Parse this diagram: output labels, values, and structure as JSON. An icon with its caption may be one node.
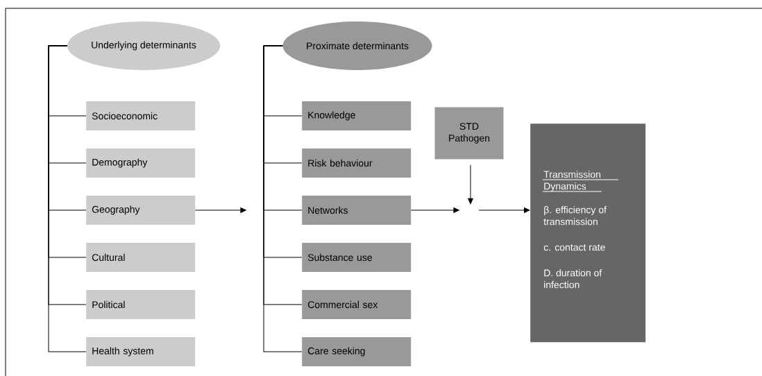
{
  "diagram": {
    "nodes": [
      {
        "text": [
          "Underlying determinants"
        ]
      },
      {
        "text": [
          "Socioeconomic"
        ]
      },
      {
        "text": [
          "Demography"
        ]
      },
      {
        "text": [
          "Geography"
        ]
      },
      {
        "text": [
          "Cultural"
        ]
      },
      {
        "text": [
          "Political"
        ]
      },
      {
        "text": [
          "Health system"
        ]
      },
      {
        "text": [
          "Proximate determinants"
        ]
      },
      {
        "text": [
          "Knowledge"
        ]
      },
      {
        "text": [
          "Risk behaviour"
        ]
      },
      {
        "text": [
          "Networks"
        ]
      },
      {
        "text": [
          "Substance use"
        ]
      },
      {
        "text": [
          "Commercial sex"
        ]
      },
      {
        "text": [
          "Care seeking"
        ]
      },
      {
        "text": [
          "STD Pathogen"
        ]
      },
      {
        "text": [
          "Transmission Dynamics",
          "β. efficiency of transmission",
          "c. contact rate",
          "D. duration of infection"
        ]
      }
    ],
    "edges": [
      {
        "from": 0,
        "to": 1,
        "arrow": "none"
      },
      {
        "from": 0,
        "to": 2,
        "arrow": "none"
      },
      {
        "from": 0,
        "to": 3,
        "arrow": "none"
      },
      {
        "from": 0,
        "to": 4,
        "arrow": "none"
      },
      {
        "from": 0,
        "to": 5,
        "arrow": "none"
      },
      {
        "from": 0,
        "to": 6,
        "arrow": "none"
      },
      {
        "from": 7,
        "to": 8,
        "arrow": "none"
      },
      {
        "from": 7,
        "to": 9,
        "arrow": "none"
      },
      {
        "from": 7,
        "to": 10,
        "arrow": "none"
      },
      {
        "from": 7,
        "to": 11,
        "arrow": "none"
      },
      {
        "from": 7,
        "to": 12,
        "arrow": "none"
      },
      {
        "from": 7,
        "to": 13,
        "arrow": "none"
      },
      {
        "from": 3,
        "to": null,
        "arrow": "to"
      },
      {
        "from": 10,
        "to": null,
        "arrow": "to"
      },
      {
        "from": 14,
        "to": null,
        "arrow": "to"
      },
      {
        "from": null,
        "to": 15,
        "arrow": "to"
      }
    ]
  }
}
